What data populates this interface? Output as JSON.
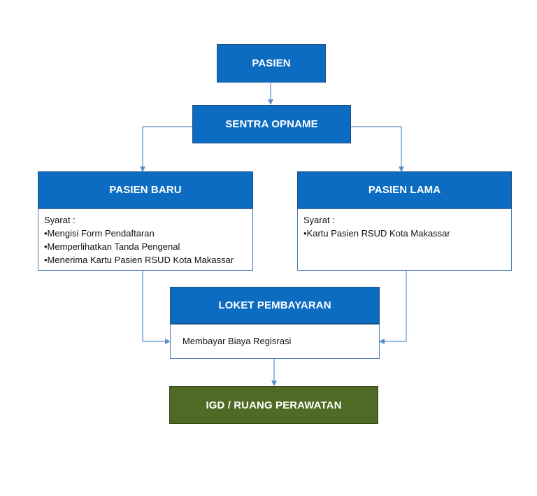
{
  "diagram": {
    "pasien": {
      "title": "PASIEN"
    },
    "sentra_opname": {
      "title": "SENTRA OPNAME"
    },
    "pasien_baru": {
      "title": "PASIEN BARU",
      "lines": [
        "Syarat :",
        "•Mengisi Form Pendaftaran",
        "•Memperlihatkan Tanda Pengenal",
        "•Menerima Kartu Pasien RSUD Kota Makassar"
      ]
    },
    "pasien_lama": {
      "title": "PASIEN LAMA",
      "lines": [
        "Syarat :",
        "•Kartu Pasien RSUD Kota Makassar"
      ]
    },
    "loket_pembayaran": {
      "title": "LOKET PEMBAYARAN",
      "lines": [
        "Membayar Biaya Regisrasi"
      ]
    },
    "igd": {
      "title": "IGD / RUANG PERAWATAN"
    }
  },
  "colors": {
    "header_blue": "#0b6cc2",
    "final_green": "#4e6a24",
    "connector": "#5b8fc9"
  }
}
